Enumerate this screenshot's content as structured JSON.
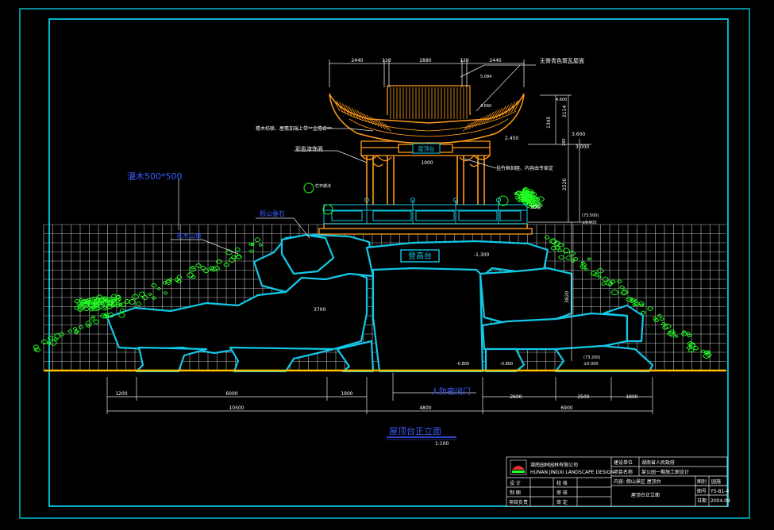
{
  "colors": {
    "background": "#000000",
    "frame": "#00e5ff",
    "grid": "#b8b8b8",
    "pavilion": "#ff9b1a",
    "rock": "#12c8e6",
    "plants": "#22ff22",
    "ground": "#ffc000",
    "dimension": "#e8e8e8",
    "label_blue": "#3a5cff",
    "annotation": "#ffffff"
  },
  "top_dims": [
    "2440",
    "120",
    "2880",
    "120",
    "2440"
  ],
  "labels": {
    "roof_note": "无脊青色筒瓦屋面",
    "roof_elev1": "5.084",
    "roof_elev2": "4.660",
    "elev_right1": "4.600",
    "dim_1345": "1345",
    "dim_2114": "2114",
    "elev_3600": "3.600",
    "elev_3000": "3.000",
    "elev_2450": "2.450",
    "eave_note": "檐木枋联、屋檐加瑞上带**金檐合**",
    "paint_note": "彩色漆饰面",
    "sign_small": "屋顶台",
    "dim_1000": "1000",
    "hang_note": "挂竹框刻匾、内容由专家定",
    "dim_280": "280",
    "dim_2520": "2520",
    "note_20": "20厚",
    "elev_73500": "(73.500)",
    "elev_0000": "±0.000",
    "rail_note": "栏杆做法",
    "shrub_label": "灌木500*500",
    "lawn_label": "花木山坡",
    "rockery_label": "假山叠石",
    "gate_sign": "登高台",
    "elev_m1300": "-1.300",
    "dim_3700": "3700",
    "dim_3820": "3820",
    "elev_73200": "(73.200)",
    "elev_0000b": "±0.000",
    "elev_m0800": "-0.800",
    "elev_m0800b": "-0.800",
    "entrance_label": "人防密闭门",
    "drawing_title": "屋顶台正立面",
    "drawing_scale": "1:100"
  },
  "bottom_dims_row1": [
    "1200",
    "6000",
    "1900",
    "2600",
    "2500",
    "1800"
  ],
  "bottom_dims_row2": [
    "10500",
    "4800",
    "6900"
  ],
  "title_block": {
    "company": "湖南园林园林有限公司",
    "company_en": "HUNAN JINGXI LANDSCAPE DESIGN",
    "client_label": "建设单位",
    "client_value": "湖南省人民政府",
    "project_label": "项目名称",
    "project_value": "某公园一期施工图设计",
    "content_label": "内容: 假山景区  屋顶台",
    "sheet_title": "屋顶台正立面",
    "roles_left": [
      "设 计",
      "制 图",
      "项目负责"
    ],
    "roles_right": [
      "校 核",
      "审 核",
      "审 定"
    ],
    "meta_labels": [
      "图别",
      "图号",
      "日期"
    ],
    "meta_values": [
      "园施",
      "YS-81-4",
      "2004.09"
    ]
  }
}
